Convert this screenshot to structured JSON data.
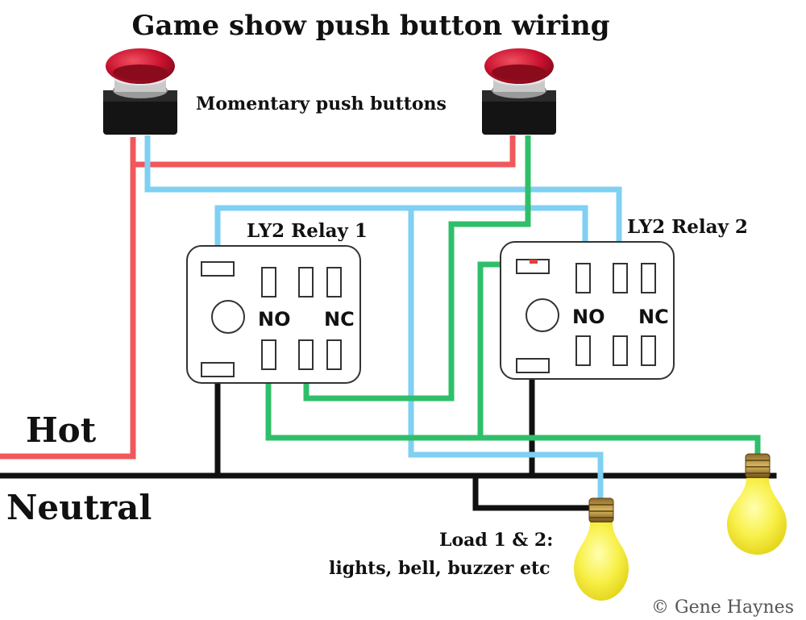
{
  "title": "Game show push button wiring",
  "buttons_label": "Momentary push buttons",
  "relay1": {
    "label": "LY2 Relay 1",
    "no": "NO",
    "nc": "NC"
  },
  "relay2": {
    "label": "LY2 Relay 2",
    "no": "NO",
    "nc": "NC"
  },
  "hot_label": "Hot",
  "neutral_label": "Neutral",
  "load_label_line1": "Load 1 & 2:",
  "load_label_line2": "lights, bell, buzzer etc",
  "copyright": "© Gene Haynes",
  "colors": {
    "hot_wire": "#f0585c",
    "neutral_wire": "#111111",
    "blue_wire": "#7fd0f2",
    "green_wire": "#2fbf6a",
    "button_cap": "#c8102e",
    "bulb": "#f7f04a"
  }
}
